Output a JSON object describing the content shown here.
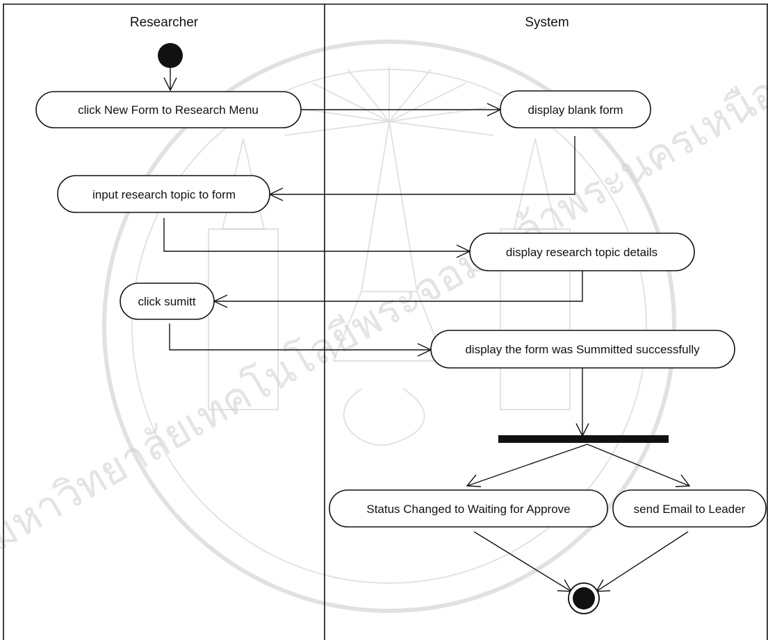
{
  "lanes": {
    "researcher": "Researcher",
    "system": "System"
  },
  "nodes": {
    "click_new_form": "click New Form to Research Menu",
    "display_blank_form": "display blank form",
    "input_topic": "input research topic to form",
    "display_topic_details": "display research topic details",
    "click_submit": "click sumitt",
    "display_submitted": "display the form was Summitted successfully",
    "status_changed": "Status Changed to Waiting for Approve",
    "send_email": "send Email to Leader"
  },
  "watermark": {
    "text": "มหาวิทยาลัยเทคโนโลยีพระจอมเกล้าพระนครเหนือ"
  }
}
